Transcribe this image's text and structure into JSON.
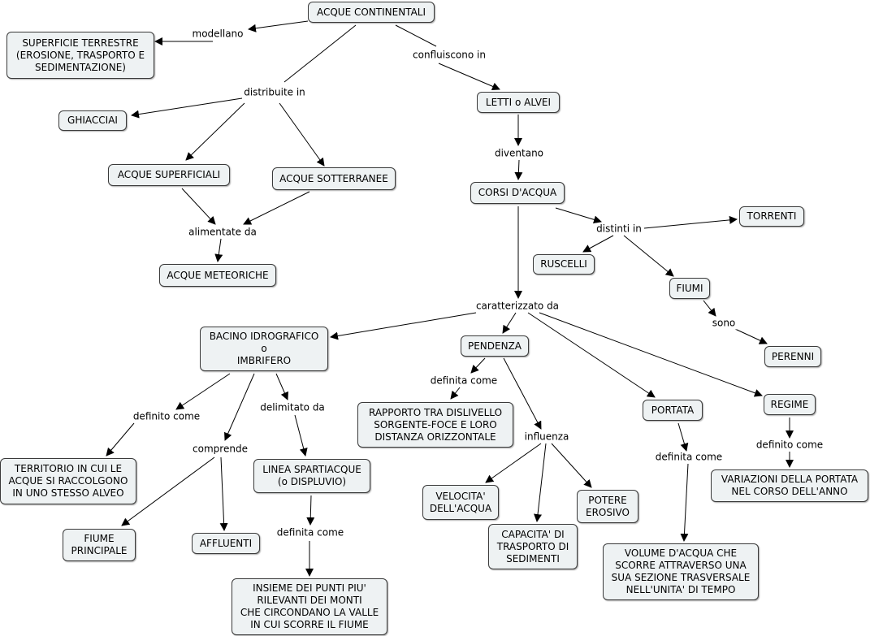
{
  "concept_map": {
    "nodes": {
      "acque_continentali": "ACQUE CONTINENTALI",
      "superficie_terrestre": "SUPERFICIE TERRESTRE\n(EROSIONE, TRASPORTO E\nSEDIMENTAZIONE)",
      "ghiacciai": "GHIACCIAI",
      "acque_superficiali": "ACQUE SUPERFICIALI",
      "acque_sotterranee": "ACQUE SOTTERRANEE",
      "acque_meteoriche": "ACQUE METEORICHE",
      "letti_alvei": "LETTI o ALVEI",
      "corsi_acqua": "CORSI D'ACQUA",
      "torrenti": "TORRENTI",
      "ruscelli": "RUSCELLI",
      "fiumi": "FIUMI",
      "perenni": "PERENNI",
      "bacino": "BACINO IDROGRAFICO\no\nIMBRIFERO",
      "pendenza": "PENDENZA",
      "portata": "PORTATA",
      "regime": "REGIME",
      "rapporto": "RAPPORTO TRA DISLIVELLO\nSORGENTE-FOCE E LORO\nDISTANZA ORIZZONTALE",
      "territorio": "TERRITORIO IN CUI LE\nACQUE SI RACCOLGONO\nIN UNO STESSO ALVEO",
      "fiume_principale": "FIUME\nPRINCIPALE",
      "affluenti": "AFFLUENTI",
      "linea_spartiacque": "LINEA SPARTIACQUE\n(o DISPLUVIO)",
      "insieme_punti": "INSIEME DEI PUNTI PIU'\nRILEVANTI DEI MONTI\nCHE CIRCONDANO LA VALLE\nIN CUI SCORRE IL FIUME",
      "velocita": "VELOCITA'\nDELL'ACQUA",
      "capacita": "CAPACITA' DI\nTRASPORTO DI\nSEDIMENTI",
      "potere_erosivo": "POTERE\nEROSIVO",
      "volume": "VOLUME D'ACQUA CHE\nSCORRE ATTRAVERSO UNA\nSUA SEZIONE TRASVERSALE\nNELL'UNITA' DI TEMPO",
      "variazioni": "VARIAZIONI DELLA PORTATA\nNEL CORSO DELL'ANNO"
    },
    "links": {
      "modellano": "modellano",
      "distribuite_in": "distribuite in",
      "confluiscono_in": "confluiscono in",
      "alimentate_da": "alimentate da",
      "diventano": "diventano",
      "distinti_in": "distinti in",
      "sono": "sono",
      "caratterizzato_da": "caratterizzato da",
      "definita_come_pendenza": "definita come",
      "influenza": "influenza",
      "definito_come_bacino": "definito come",
      "comprende": "comprende",
      "delimitato_da": "delimitato da",
      "definita_come_spartiacque": "definita come",
      "definita_come_portata": "definita come",
      "definito_come_regime": "definito come"
    }
  }
}
